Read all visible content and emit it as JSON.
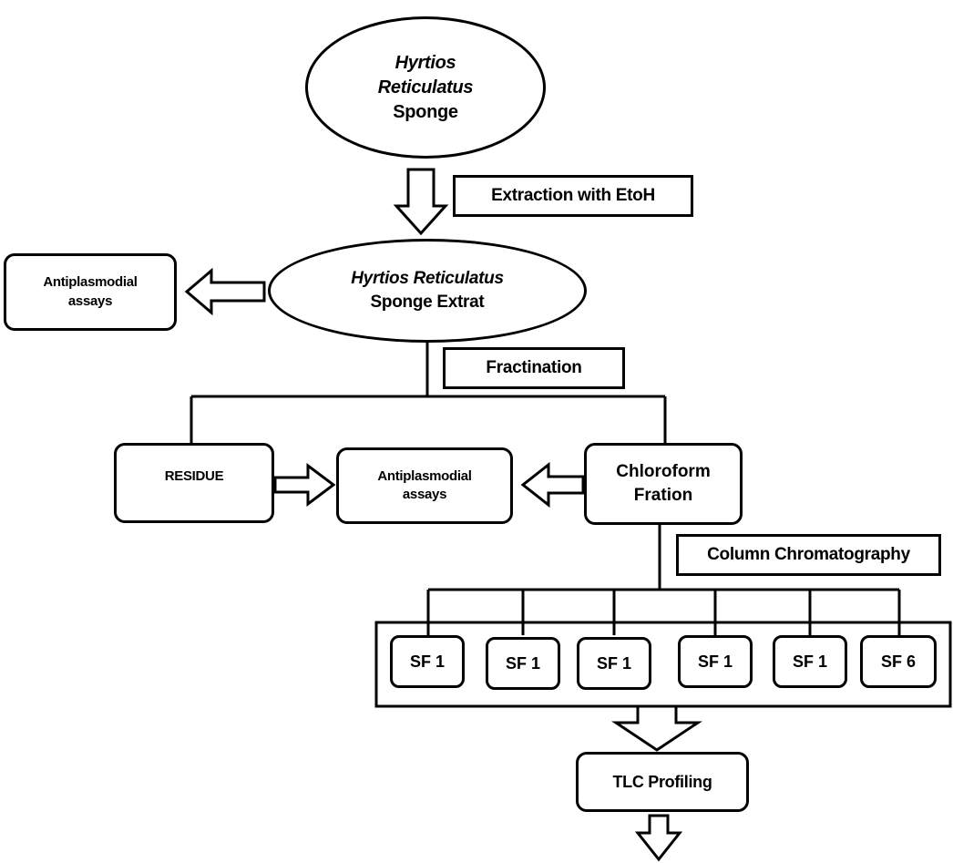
{
  "nodes": {
    "sponge": {
      "line1": "Hyrtios",
      "line2": "Reticulatus",
      "line3": "Sponge"
    },
    "extraction_label": "Extraction with EtoH",
    "extract": {
      "line1": "Hyrtios Reticulatus",
      "line2": "Sponge Extrat"
    },
    "assay_top": {
      "line1": "Antiplasmodial",
      "line2": "assays"
    },
    "fractination_label": "Fractination",
    "residue": "RESIDUE",
    "assay_mid": {
      "line1": "Antiplasmodial",
      "line2": "assays"
    },
    "chloroform": {
      "line1": "Chloroform",
      "line2": "Fration"
    },
    "column_label": "Column Chromatography",
    "subfractions": [
      "SF 1",
      "SF 1",
      "SF 1",
      "SF 1",
      "SF 1",
      "SF 6"
    ],
    "tlc": "TLC Profiling"
  },
  "colors": {
    "stroke": "#000000",
    "fill": "#ffffff"
  }
}
